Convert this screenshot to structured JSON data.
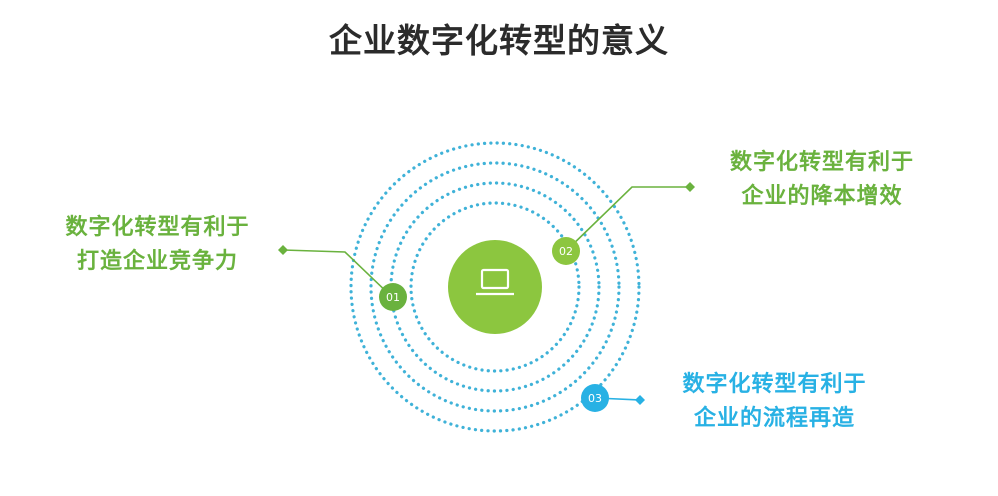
{
  "title": "企业数字化转型的意义",
  "colors": {
    "green": "#6ab23e",
    "blue": "#28b1e4",
    "dots": "#3fb2d8",
    "center": "#8cc63f"
  },
  "center_icon": "laptop-icon",
  "nodes": [
    {
      "number": "01",
      "line1": "数字化转型有利于",
      "line2": "打造企业竞争力",
      "color": "green"
    },
    {
      "number": "02",
      "line1": "数字化转型有利于",
      "line2": "企业的降本增效",
      "color": "green"
    },
    {
      "number": "03",
      "line1": "数字化转型有利于",
      "line2": "企业的流程再造",
      "color": "blue"
    }
  ]
}
